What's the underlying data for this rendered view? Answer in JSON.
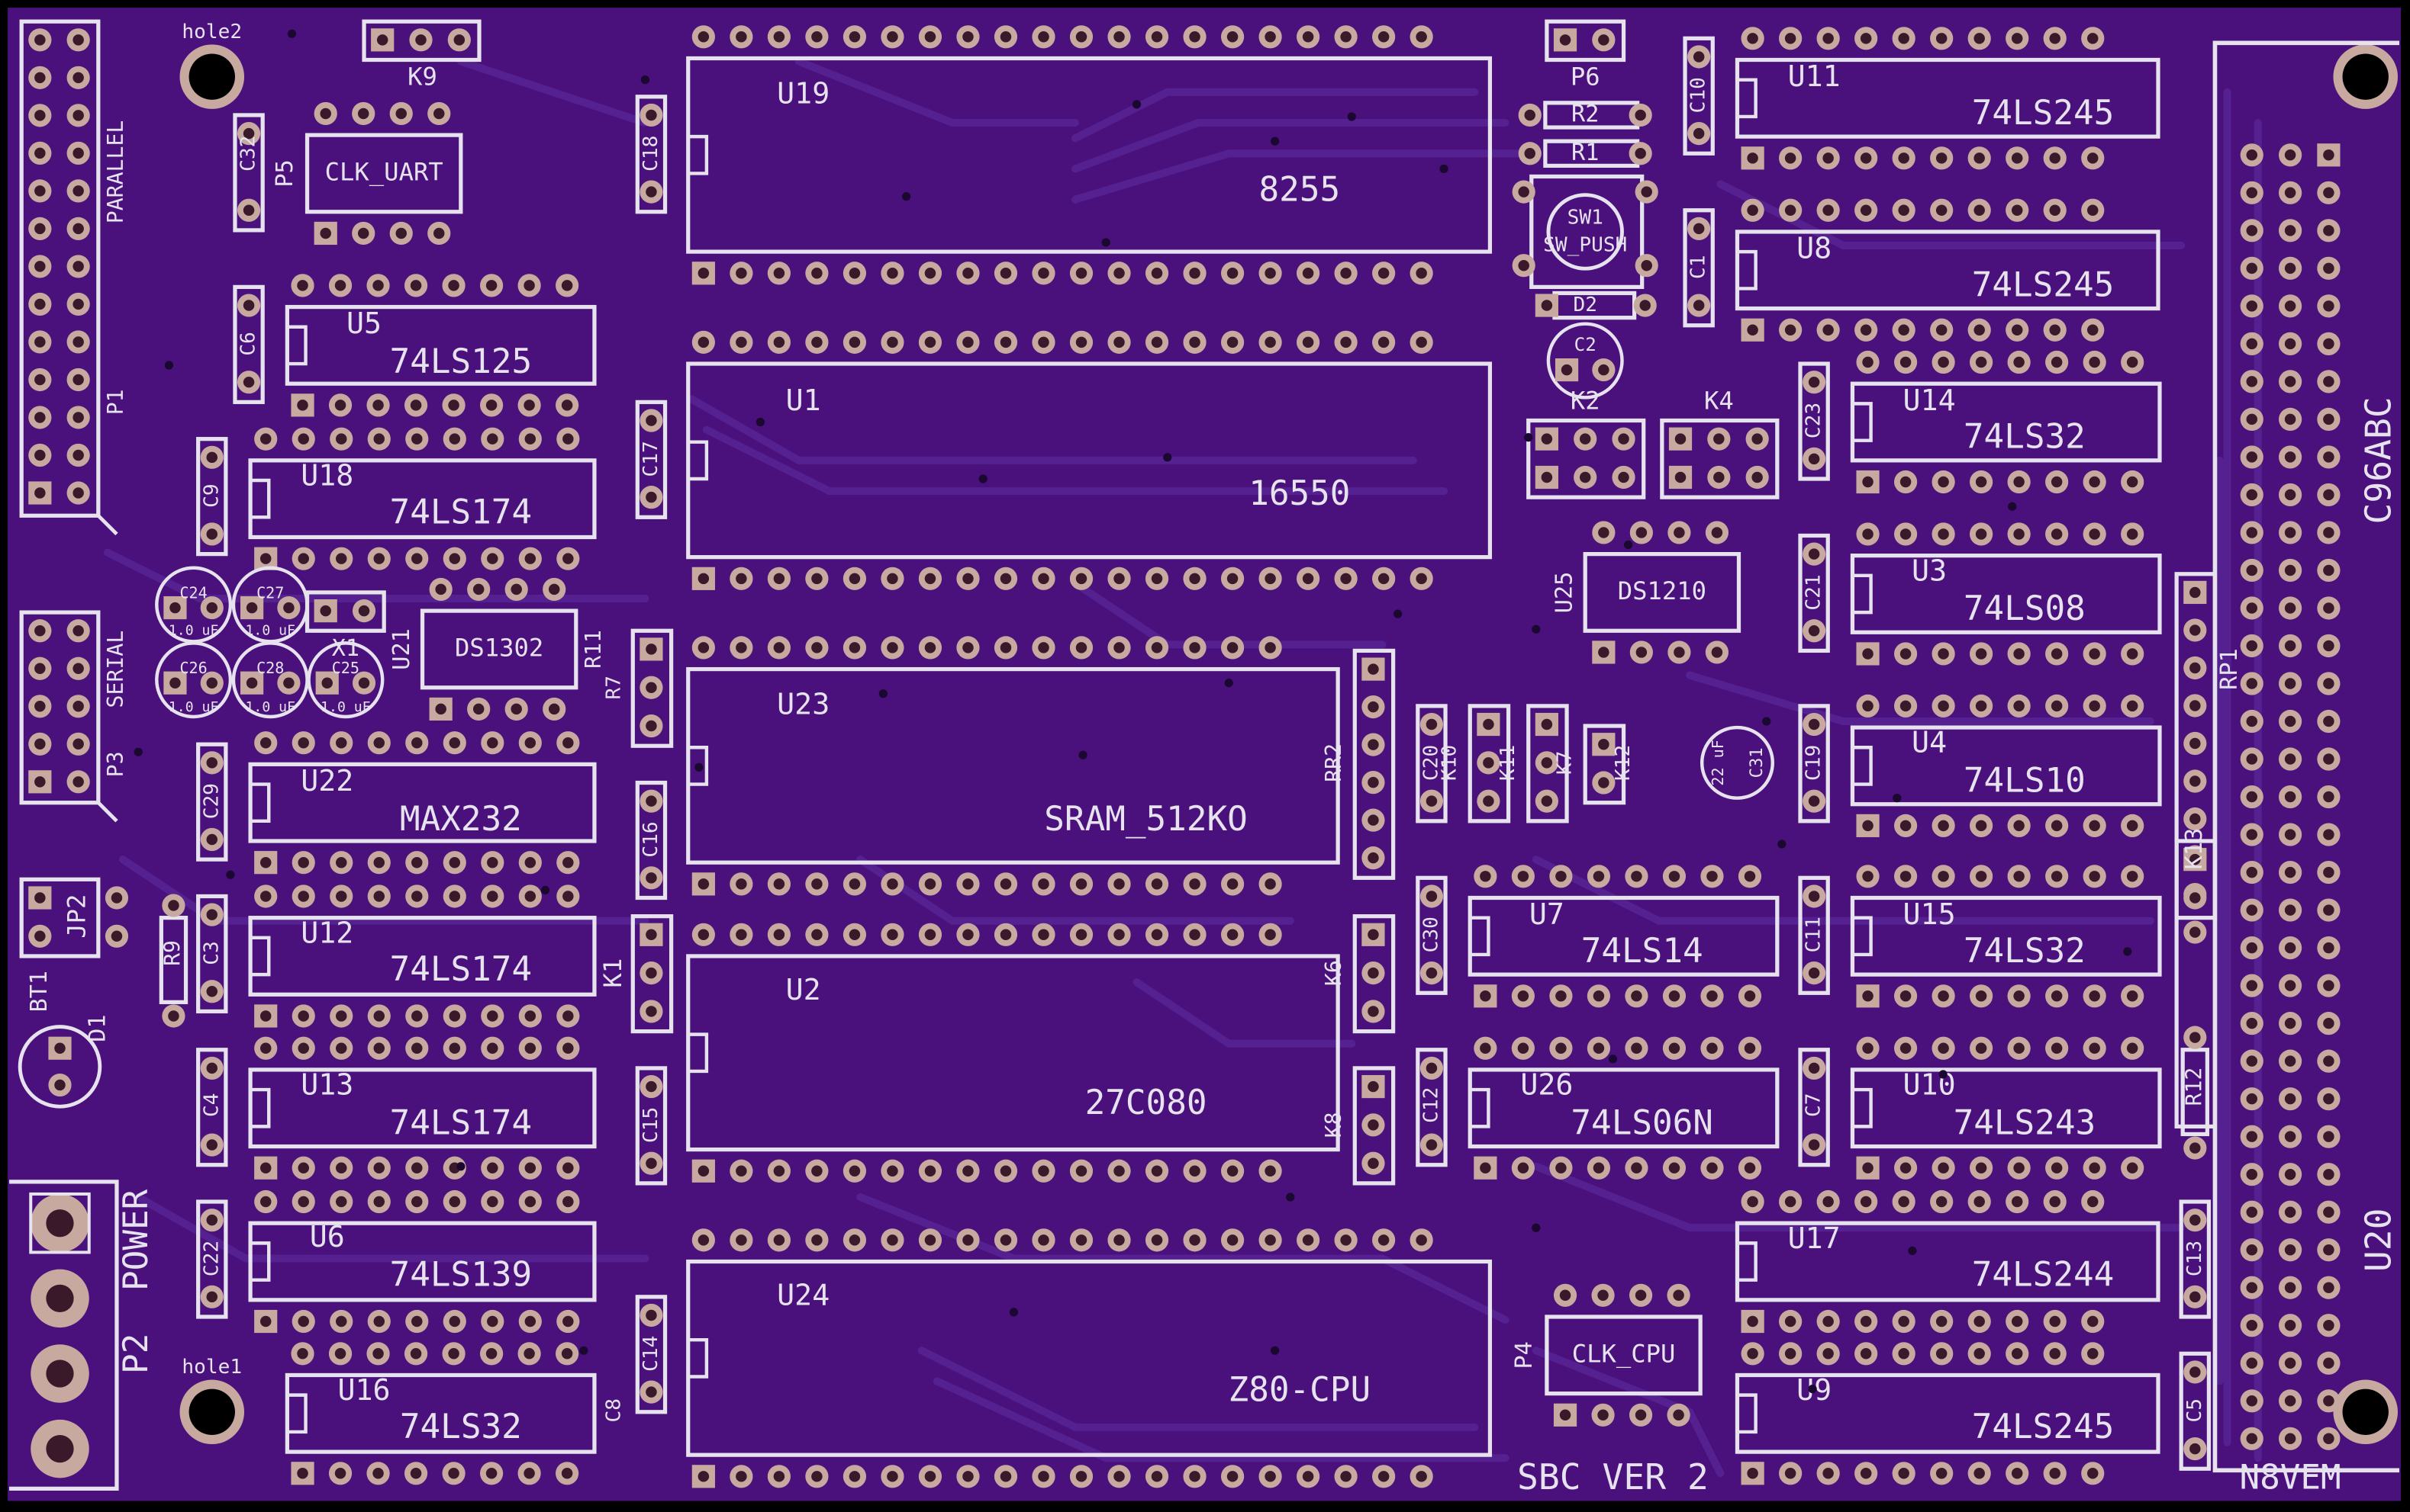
{
  "board": {
    "colors": {
      "substrate": "#4a117c",
      "trace": "#55208f",
      "silk": "#e6e2ee",
      "pad_ring": "#c7a9a0",
      "drill": "#3a1a2a"
    },
    "connectors": {
      "p1": {
        "label": "P1",
        "sub": "PARALLEL"
      },
      "p3": {
        "label": "P3",
        "sub": "SERIAL"
      },
      "p2": {
        "label": "P2",
        "sub": "POWER"
      },
      "u20": {
        "label": "U20",
        "sub": "C96ABC"
      }
    },
    "holes": [
      "hole2",
      "hole1"
    ],
    "chips": [
      {
        "ref": "U19",
        "part": "8255"
      },
      {
        "ref": "U1",
        "part": "16550"
      },
      {
        "ref": "U23",
        "part": "SRAM_512KO"
      },
      {
        "ref": "U2",
        "part": "27C080"
      },
      {
        "ref": "U24",
        "part": "Z80-CPU"
      },
      {
        "ref": "U5",
        "part": "74LS125"
      },
      {
        "ref": "U18",
        "part": "74LS174"
      },
      {
        "ref": "U22",
        "part": "MAX232"
      },
      {
        "ref": "U12",
        "part": "74LS174"
      },
      {
        "ref": "U13",
        "part": "74LS174"
      },
      {
        "ref": "U6",
        "part": "74LS139"
      },
      {
        "ref": "U16",
        "part": "74LS32"
      },
      {
        "ref": "U11",
        "part": "74LS245"
      },
      {
        "ref": "U8",
        "part": "74LS245"
      },
      {
        "ref": "U14",
        "part": "74LS32"
      },
      {
        "ref": "U3",
        "part": "74LS08"
      },
      {
        "ref": "U4",
        "part": "74LS10"
      },
      {
        "ref": "U15",
        "part": "74LS32"
      },
      {
        "ref": "U10",
        "part": "74LS243"
      },
      {
        "ref": "U17",
        "part": "74LS244"
      },
      {
        "ref": "U9",
        "part": "74LS245"
      },
      {
        "ref": "U7",
        "part": "74LS14"
      },
      {
        "ref": "U26",
        "part": "74LS06N"
      },
      {
        "ref": "U21",
        "part": "DS1302"
      },
      {
        "ref": "U25",
        "part": "DS1210"
      },
      {
        "ref": "P5",
        "part": "CLK_UART"
      },
      {
        "ref": "P4",
        "part": "CLK_CPU"
      }
    ],
    "labels": [
      "K9",
      "P6",
      "R2",
      "R1",
      "SW1",
      "SW_PUSH",
      "D2",
      "C2",
      "K2",
      "K4",
      "C10",
      "C1",
      "C18",
      "C17",
      "C32",
      "C6",
      "C9",
      "C29",
      "C3",
      "C4",
      "C22",
      "C16",
      "C15",
      "C14",
      "C8",
      "C23",
      "C21",
      "C19",
      "C11",
      "C7",
      "C13",
      "C5",
      "C20",
      "C30",
      "C12",
      "K1",
      "K6",
      "K8",
      "RR2",
      "R11",
      "R7",
      "X1",
      "JP2",
      "R9",
      "BT1",
      "D1",
      "K10",
      "K11",
      "K7",
      "K12",
      "C31",
      "22 uF",
      "RP1",
      "K13",
      "R12",
      "C24",
      "C27",
      "C26",
      "C28",
      "C25",
      "1.0 uF"
    ],
    "footer": {
      "version": "SBC VER 2",
      "credit": "N8VEM"
    }
  }
}
